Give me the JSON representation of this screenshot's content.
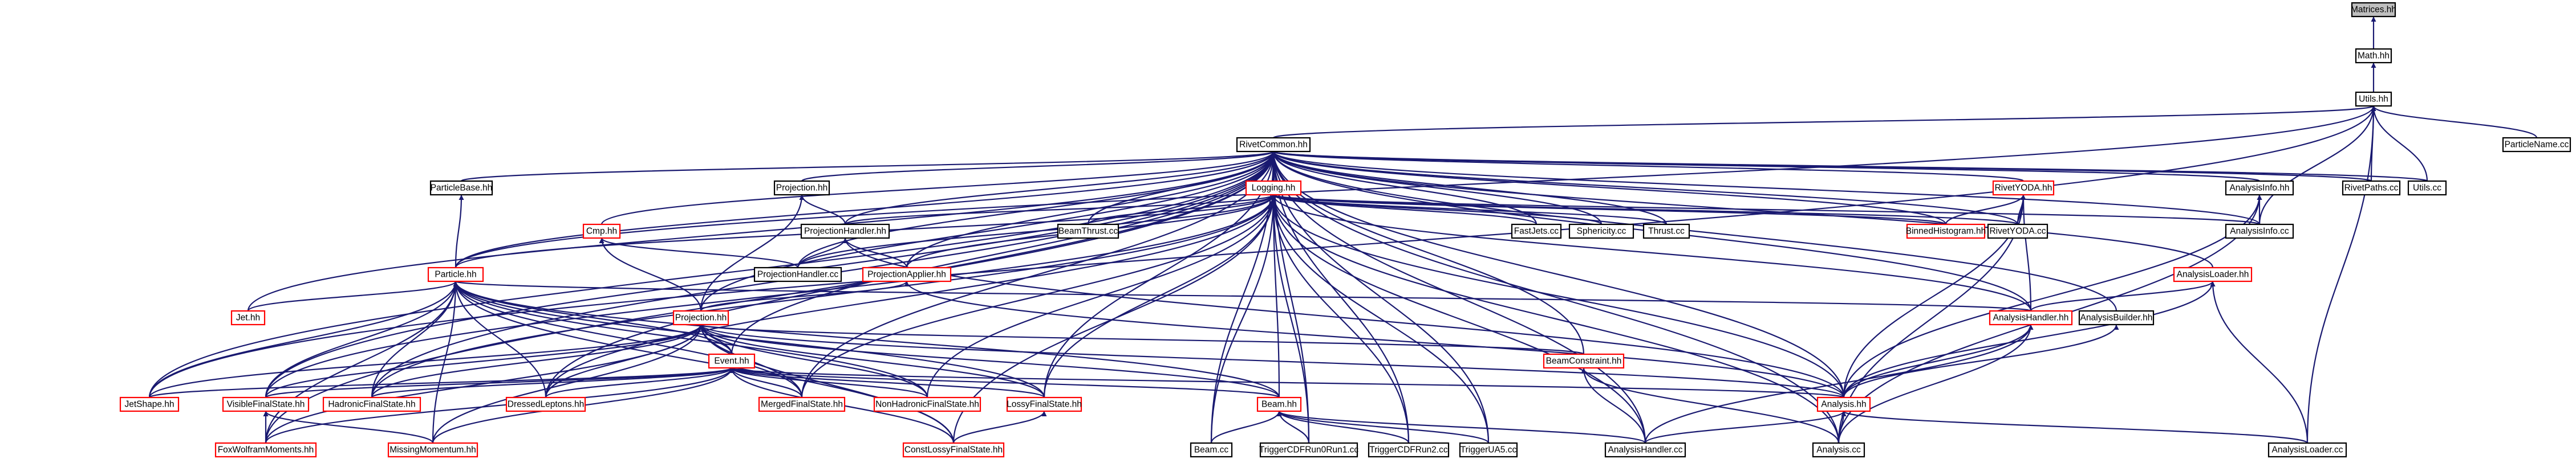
{
  "diagram": {
    "type": "include-dependency-graph",
    "colors": {
      "edge": "#191970",
      "node_fill": "#ffffff",
      "root_fill": "#bfbfbf",
      "border_normal": "#000000",
      "border_missing": "#ff0000"
    },
    "nodes": [
      {
        "id": "matrices",
        "label": "Matrices.hh",
        "style": "root"
      },
      {
        "id": "math",
        "label": "Math.hh",
        "style": "normal"
      },
      {
        "id": "utils_hh",
        "label": "Utils.hh",
        "style": "normal"
      },
      {
        "id": "particlename",
        "label": "ParticleName.cc",
        "style": "normal"
      },
      {
        "id": "rivetcommon",
        "label": "RivetCommon.hh",
        "style": "normal"
      },
      {
        "id": "rivetpaths",
        "label": "RivetPaths.cc",
        "style": "normal"
      },
      {
        "id": "utils_cc",
        "label": "Utils.cc",
        "style": "normal"
      },
      {
        "id": "particlebase",
        "label": "ParticleBase.hh",
        "style": "normal"
      },
      {
        "id": "projection_hh",
        "label": "Projection.hh",
        "style": "normal"
      },
      {
        "id": "logging",
        "label": "Logging.hh",
        "style": "missing"
      },
      {
        "id": "rivetyoda_hh",
        "label": "RivetYODA.hh",
        "style": "missing"
      },
      {
        "id": "analysisinfo_hh",
        "label": "AnalysisInfo.hh",
        "style": "normal"
      },
      {
        "id": "cmp",
        "label": "Cmp.hh",
        "style": "missing"
      },
      {
        "id": "projectionhandler_hh",
        "label": "ProjectionHandler.hh",
        "style": "normal"
      },
      {
        "id": "beamthrust",
        "label": "BeamThrust.cc",
        "style": "normal"
      },
      {
        "id": "fastjets",
        "label": "FastJets.cc",
        "style": "normal"
      },
      {
        "id": "sphericity",
        "label": "Sphericity.cc",
        "style": "normal"
      },
      {
        "id": "thrust",
        "label": "Thrust.cc",
        "style": "normal"
      },
      {
        "id": "binnedhistogram",
        "label": "BinnedHistogram.hh",
        "style": "missing"
      },
      {
        "id": "rivetyoda_cc",
        "label": "RivetYODA.cc",
        "style": "normal"
      },
      {
        "id": "analysisinfo_cc",
        "label": "AnalysisInfo.cc",
        "style": "normal"
      },
      {
        "id": "projectionhandler_cc",
        "label": "ProjectionHandler.cc",
        "style": "normal"
      },
      {
        "id": "projectionapplier",
        "label": "ProjectionApplier.hh",
        "style": "missing"
      },
      {
        "id": "analysisloader_hh",
        "label": "AnalysisLoader.hh",
        "style": "missing"
      },
      {
        "id": "particle",
        "label": "Particle.hh",
        "style": "missing"
      },
      {
        "id": "jet",
        "label": "Jet.hh",
        "style": "missing"
      },
      {
        "id": "projection_full",
        "label": "Projection.hh",
        "style": "missing"
      },
      {
        "id": "analysishandler_hh",
        "label": "AnalysisHandler.hh",
        "style": "missing"
      },
      {
        "id": "analysisbuilder",
        "label": "AnalysisBuilder.hh",
        "style": "normal"
      },
      {
        "id": "beamconstraint",
        "label": "BeamConstraint.hh",
        "style": "missing"
      },
      {
        "id": "event",
        "label": "Event.hh",
        "style": "missing"
      },
      {
        "id": "jetshape",
        "label": "JetShape.hh",
        "style": "missing"
      },
      {
        "id": "visiblefs",
        "label": "VisibleFinalState.hh",
        "style": "missing"
      },
      {
        "id": "hadronicfs",
        "label": "HadronicFinalState.hh",
        "style": "missing"
      },
      {
        "id": "dressedleptons",
        "label": "DressedLeptons.hh",
        "style": "missing"
      },
      {
        "id": "mergedfs",
        "label": "MergedFinalState.hh",
        "style": "missing"
      },
      {
        "id": "nonhadronicfs",
        "label": "NonHadronicFinalState.hh",
        "style": "missing"
      },
      {
        "id": "lossyfs",
        "label": "LossyFinalState.hh",
        "style": "missing"
      },
      {
        "id": "beam_hh",
        "label": "Beam.hh",
        "style": "missing"
      },
      {
        "id": "analysis_hh",
        "label": "Analysis.hh",
        "style": "missing"
      },
      {
        "id": "foxwolfram",
        "label": "FoxWolframMoments.hh",
        "style": "missing"
      },
      {
        "id": "missingmomentum",
        "label": "MissingMomentum.hh",
        "style": "missing"
      },
      {
        "id": "constlossyfs",
        "label": "ConstLossyFinalState.hh",
        "style": "missing"
      },
      {
        "id": "beam_cc",
        "label": "Beam.cc",
        "style": "normal"
      },
      {
        "id": "triggercdfrun0run1",
        "label": "TriggerCDFRun0Run1.cc",
        "style": "normal"
      },
      {
        "id": "triggercdfrun2",
        "label": "TriggerCDFRun2.cc",
        "style": "normal"
      },
      {
        "id": "triggerua5",
        "label": "TriggerUA5.cc",
        "style": "normal"
      },
      {
        "id": "analysishandler_cc",
        "label": "AnalysisHandler.cc",
        "style": "normal"
      },
      {
        "id": "analysis_cc",
        "label": "Analysis.cc",
        "style": "normal"
      },
      {
        "id": "analysisloader_cc",
        "label": "AnalysisLoader.cc",
        "style": "normal"
      }
    ],
    "edges": [
      [
        "matrices",
        "math"
      ],
      [
        "math",
        "utils_hh"
      ],
      [
        "utils_hh",
        "particlename"
      ],
      [
        "utils_hh",
        "rivetcommon"
      ],
      [
        "utils_hh",
        "rivetpaths"
      ],
      [
        "utils_hh",
        "utils_cc"
      ],
      [
        "utils_hh",
        "analysisinfo_cc"
      ],
      [
        "utils_hh",
        "analysisloader_cc"
      ],
      [
        "utils_hh",
        "particle"
      ],
      [
        "utils_hh",
        "jetshape"
      ],
      [
        "rivetcommon",
        "particlebase"
      ],
      [
        "rivetcommon",
        "projection_hh"
      ],
      [
        "rivetcommon",
        "logging"
      ],
      [
        "rivetcommon",
        "rivetyoda_hh"
      ],
      [
        "rivetcommon",
        "analysisinfo_hh"
      ],
      [
        "rivetcommon",
        "cmp"
      ],
      [
        "rivetcommon",
        "projectionhandler_hh"
      ],
      [
        "rivetcommon",
        "beamthrust"
      ],
      [
        "rivetcommon",
        "fastjets"
      ],
      [
        "rivetcommon",
        "sphericity"
      ],
      [
        "rivetcommon",
        "thrust"
      ],
      [
        "rivetcommon",
        "rivetpaths"
      ],
      [
        "rivetcommon",
        "utils_cc"
      ],
      [
        "rivetcommon",
        "binnedhistogram"
      ],
      [
        "rivetcommon",
        "rivetyoda_cc"
      ],
      [
        "rivetcommon",
        "analysisinfo_cc"
      ],
      [
        "rivetcommon",
        "projectionhandler_cc"
      ],
      [
        "rivetcommon",
        "projectionapplier"
      ],
      [
        "rivetcommon",
        "analysisloader_hh"
      ],
      [
        "rivetcommon",
        "particle"
      ],
      [
        "rivetcommon",
        "jet"
      ],
      [
        "rivetcommon",
        "projection_full"
      ],
      [
        "rivetcommon",
        "analysishandler_hh"
      ],
      [
        "rivetcommon",
        "analysisbuilder"
      ],
      [
        "rivetcommon",
        "beamconstraint"
      ],
      [
        "rivetcommon",
        "event"
      ],
      [
        "rivetcommon",
        "jetshape"
      ],
      [
        "rivetcommon",
        "visiblefs"
      ],
      [
        "rivetcommon",
        "hadronicfs"
      ],
      [
        "rivetcommon",
        "dressedleptons"
      ],
      [
        "rivetcommon",
        "mergedfs"
      ],
      [
        "rivetcommon",
        "lossyfs"
      ],
      [
        "rivetcommon",
        "analysis_hh"
      ],
      [
        "rivetcommon",
        "foxwolfram"
      ],
      [
        "rivetcommon",
        "beam_cc"
      ],
      [
        "rivetcommon",
        "triggercdfrun0run1"
      ],
      [
        "rivetcommon",
        "triggercdfrun2"
      ],
      [
        "rivetcommon",
        "triggerua5"
      ],
      [
        "rivetcommon",
        "analysishandler_cc"
      ],
      [
        "rivetcommon",
        "analysis_cc"
      ],
      [
        "particlebase",
        "particle"
      ],
      [
        "projection_hh",
        "projectionhandler_hh"
      ],
      [
        "projection_hh",
        "projection_full"
      ],
      [
        "logging",
        "projectionhandler_hh"
      ],
      [
        "logging",
        "beamthrust"
      ],
      [
        "logging",
        "fastjets"
      ],
      [
        "logging",
        "sphericity"
      ],
      [
        "logging",
        "thrust"
      ],
      [
        "logging",
        "binnedhistogram"
      ],
      [
        "logging",
        "rivetyoda_cc"
      ],
      [
        "logging",
        "analysisinfo_cc"
      ],
      [
        "logging",
        "projectionhandler_cc"
      ],
      [
        "logging",
        "projectionapplier"
      ],
      [
        "logging",
        "analysishandler_hh"
      ],
      [
        "logging",
        "analysis_hh"
      ],
      [
        "logging",
        "particle"
      ],
      [
        "logging",
        "visiblefs"
      ],
      [
        "logging",
        "hadronicfs"
      ],
      [
        "logging",
        "dressedleptons"
      ],
      [
        "logging",
        "mergedfs"
      ],
      [
        "logging",
        "nonhadronicfs"
      ],
      [
        "logging",
        "lossyfs"
      ],
      [
        "logging",
        "beam_hh"
      ],
      [
        "logging",
        "beam_cc"
      ],
      [
        "logging",
        "triggercdfrun0run1"
      ],
      [
        "logging",
        "triggercdfrun2"
      ],
      [
        "logging",
        "triggerua5"
      ],
      [
        "logging",
        "analysishandler_cc"
      ],
      [
        "logging",
        "analysis_cc"
      ],
      [
        "logging",
        "constlossyfs"
      ],
      [
        "rivetyoda_hh",
        "binnedhistogram"
      ],
      [
        "rivetyoda_hh",
        "rivetyoda_cc"
      ],
      [
        "rivetyoda_hh",
        "analysishandler_hh"
      ],
      [
        "rivetyoda_hh",
        "analysis_hh"
      ],
      [
        "rivetyoda_hh",
        "analysis_cc"
      ],
      [
        "analysisinfo_hh",
        "analysisinfo_cc"
      ],
      [
        "analysisinfo_hh",
        "analysis_hh"
      ],
      [
        "analysisinfo_hh",
        "analysis_cc"
      ],
      [
        "cmp",
        "projectionhandler_cc"
      ],
      [
        "cmp",
        "projection_full"
      ],
      [
        "projectionhandler_hh",
        "projectionhandler_cc"
      ],
      [
        "projectionhandler_hh",
        "projectionapplier"
      ],
      [
        "projectionhandler_hh",
        "analysis_hh"
      ],
      [
        "projectionapplier",
        "projection_full"
      ],
      [
        "projectionapplier",
        "analysis_hh"
      ],
      [
        "analysisloader_hh",
        "analysishandler_hh"
      ],
      [
        "analysisloader_hh",
        "analysis_hh"
      ],
      [
        "analysisloader_hh",
        "analysisloader_cc"
      ],
      [
        "particle",
        "jet"
      ],
      [
        "particle",
        "event"
      ],
      [
        "particle",
        "jetshape"
      ],
      [
        "particle",
        "visiblefs"
      ],
      [
        "particle",
        "hadronicfs"
      ],
      [
        "particle",
        "dressedleptons"
      ],
      [
        "particle",
        "mergedfs"
      ],
      [
        "particle",
        "nonhadronicfs"
      ],
      [
        "particle",
        "lossyfs"
      ],
      [
        "particle",
        "beam_hh"
      ],
      [
        "particle",
        "foxwolfram"
      ],
      [
        "particle",
        "missingmomentum"
      ],
      [
        "particle",
        "constlossyfs"
      ],
      [
        "particle",
        "analysishandler_hh"
      ],
      [
        "projection_full",
        "event"
      ],
      [
        "projection_full",
        "beamconstraint"
      ],
      [
        "projection_full",
        "jetshape"
      ],
      [
        "projection_full",
        "visiblefs"
      ],
      [
        "projection_full",
        "hadronicfs"
      ],
      [
        "projection_full",
        "dressedleptons"
      ],
      [
        "projection_full",
        "mergedfs"
      ],
      [
        "projection_full",
        "nonhadronicfs"
      ],
      [
        "projection_full",
        "lossyfs"
      ],
      [
        "projection_full",
        "beam_hh"
      ],
      [
        "projection_full",
        "analysis_hh"
      ],
      [
        "projection_full",
        "foxwolfram"
      ],
      [
        "projection_full",
        "missingmomentum"
      ],
      [
        "projection_full",
        "constlossyfs"
      ],
      [
        "analysishandler_hh",
        "analysishandler_cc"
      ],
      [
        "analysishandler_hh",
        "analysis_hh"
      ],
      [
        "analysishandler_hh",
        "analysis_cc"
      ],
      [
        "analysisbuilder",
        "analysis_hh"
      ],
      [
        "beamconstraint",
        "analysishandler_cc"
      ],
      [
        "beamconstraint",
        "analysis_cc"
      ],
      [
        "event",
        "jetshape"
      ],
      [
        "event",
        "visiblefs"
      ],
      [
        "event",
        "hadronicfs"
      ],
      [
        "event",
        "dressedleptons"
      ],
      [
        "event",
        "mergedfs"
      ],
      [
        "event",
        "nonhadronicfs"
      ],
      [
        "event",
        "lossyfs"
      ],
      [
        "event",
        "beam_hh"
      ],
      [
        "event",
        "analysis_hh"
      ],
      [
        "event",
        "foxwolfram"
      ],
      [
        "event",
        "missingmomentum"
      ],
      [
        "event",
        "constlossyfs"
      ],
      [
        "visiblefs",
        "foxwolfram"
      ],
      [
        "visiblefs",
        "missingmomentum"
      ],
      [
        "lossyfs",
        "constlossyfs"
      ],
      [
        "beam_hh",
        "beam_cc"
      ],
      [
        "beam_hh",
        "triggercdfrun0run1"
      ],
      [
        "beam_hh",
        "triggercdfrun2"
      ],
      [
        "beam_hh",
        "triggerua5"
      ],
      [
        "beam_hh",
        "analysishandler_cc"
      ],
      [
        "analysis_hh",
        "analysishandler_cc"
      ],
      [
        "analysis_hh",
        "analysis_cc"
      ],
      [
        "analysis_hh",
        "analysisloader_cc"
      ]
    ]
  }
}
